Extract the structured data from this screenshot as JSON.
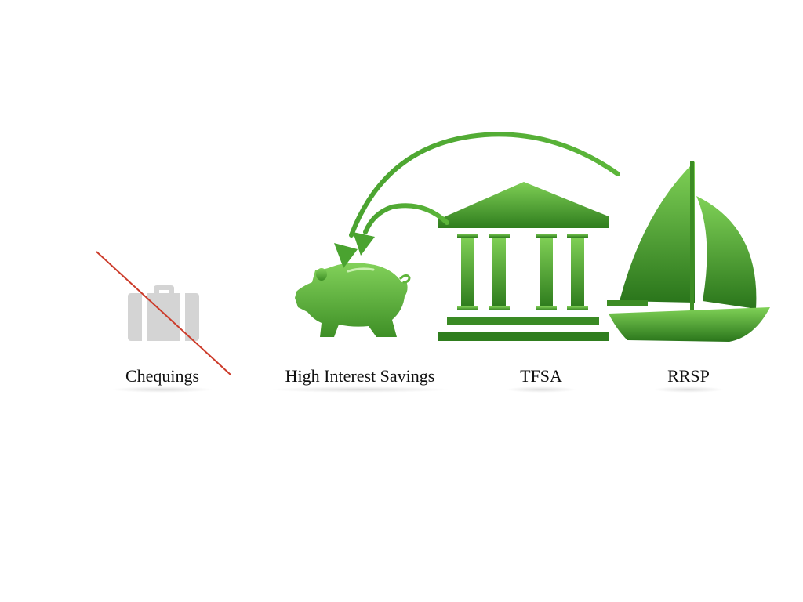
{
  "accounts": [
    {
      "id": "chequings",
      "label": "Chequings",
      "icon": "briefcase-icon",
      "crossed_out": true
    },
    {
      "id": "high-interest-savings",
      "label": "High Interest Savings",
      "icon": "piggy-bank-icon",
      "crossed_out": false
    },
    {
      "id": "tfsa",
      "label": "TFSA",
      "icon": "bank-building-icon",
      "crossed_out": false
    },
    {
      "id": "rrsp",
      "label": "RRSP",
      "icon": "sailboat-icon",
      "crossed_out": false
    }
  ],
  "arrows": [
    {
      "from": "rrsp",
      "to": "high-interest-savings"
    },
    {
      "from": "tfsa",
      "to": "high-interest-savings"
    }
  ],
  "colors": {
    "green_light": "#7fcf55",
    "green_dark": "#2f7d1e",
    "grey_icon": "#d4d4d4",
    "strike_red": "#cc3b2a",
    "text": "#111111"
  }
}
